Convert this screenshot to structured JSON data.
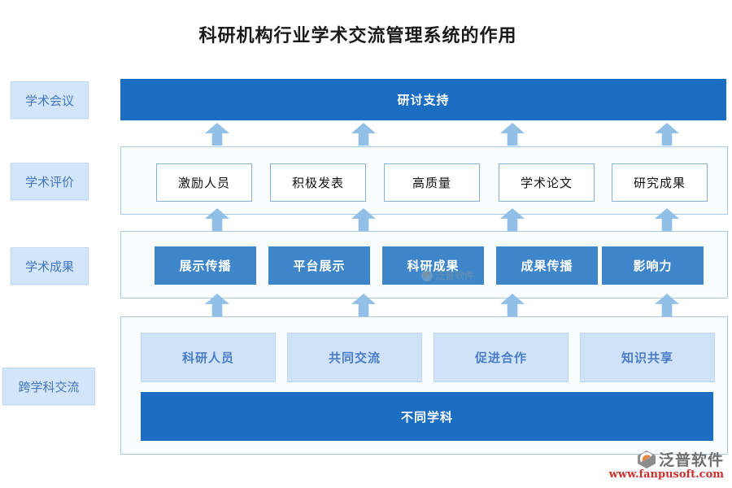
{
  "title": "科研机构行业学术交流管理系统的作用",
  "side_labels": [
    "学术会议",
    "学术评价",
    "学术成果",
    "跨学科交流"
  ],
  "top_bar": "研讨支持",
  "evaluation_items": [
    "激励人员",
    "积极发表",
    "高质量",
    "学术论文",
    "研究成果"
  ],
  "achievement_items": [
    "展示传播",
    "平台展示",
    "科研成果",
    "成果传播",
    "影响力"
  ],
  "interdisciplinary_items": [
    "科研人员",
    "共同交流",
    "促进合作",
    "知识共享"
  ],
  "bottom_bar": "不同学科",
  "brand": {
    "name": "泛普软件",
    "url": "www.fanpusoft.com"
  },
  "colors": {
    "dark_blue": "#1b6ec2",
    "medium_blue": "#3e86c9",
    "light_fill": "#cfe2f7",
    "container_border": "#a9c9e9",
    "arrow": "#92bfe6",
    "label_text": "#4377be",
    "brand_url_red": "#c9302c"
  }
}
